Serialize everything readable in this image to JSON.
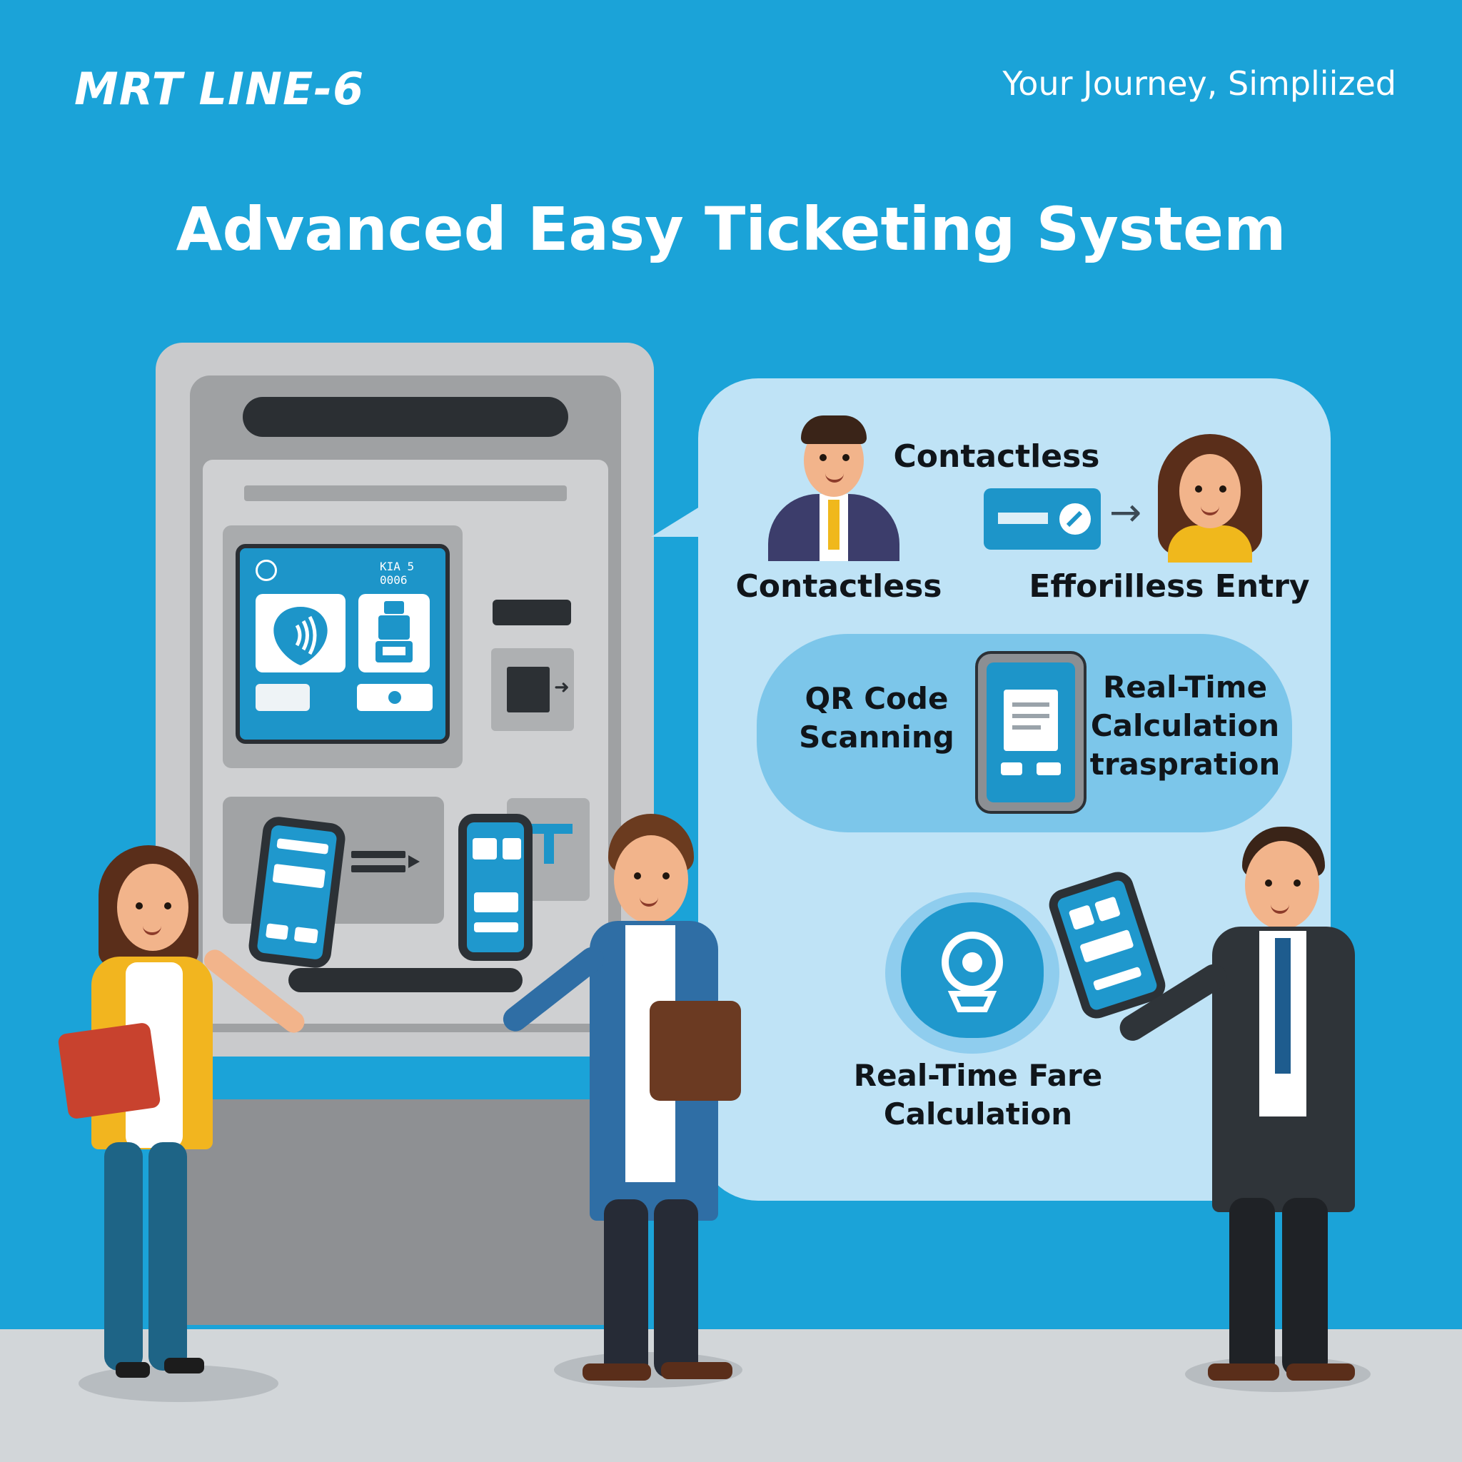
{
  "header": {
    "brand": "MRT LINE-6",
    "tagline": "Your Journey, Simpliized"
  },
  "headline": "Advanced Easy Ticketing System",
  "kiosk": {
    "screen_readout": "KIA 5 0006"
  },
  "features": {
    "contactless_top": "Contactless",
    "contactless_bottom": "Contactless",
    "entry": "Efforilless Entry",
    "qr_line1": "QR Code",
    "qr_line2": "Scanning",
    "realtime_line1": "Real-Time",
    "realtime_line2": "Calculation",
    "realtime_line3": "traspration",
    "fare_line1": "Real-Time Fare",
    "fare_line2": "Calculation"
  },
  "colors": {
    "background": "#1ba3d8",
    "bubble": "#bfe3f6",
    "accent_blue": "#1d95c9",
    "floor": "#d2d6d9"
  },
  "icons": [
    "contactless-wave-icon",
    "ticket-pass-icon",
    "arrow-right-icon",
    "qr-phone-icon",
    "camera-sensor-icon"
  ]
}
